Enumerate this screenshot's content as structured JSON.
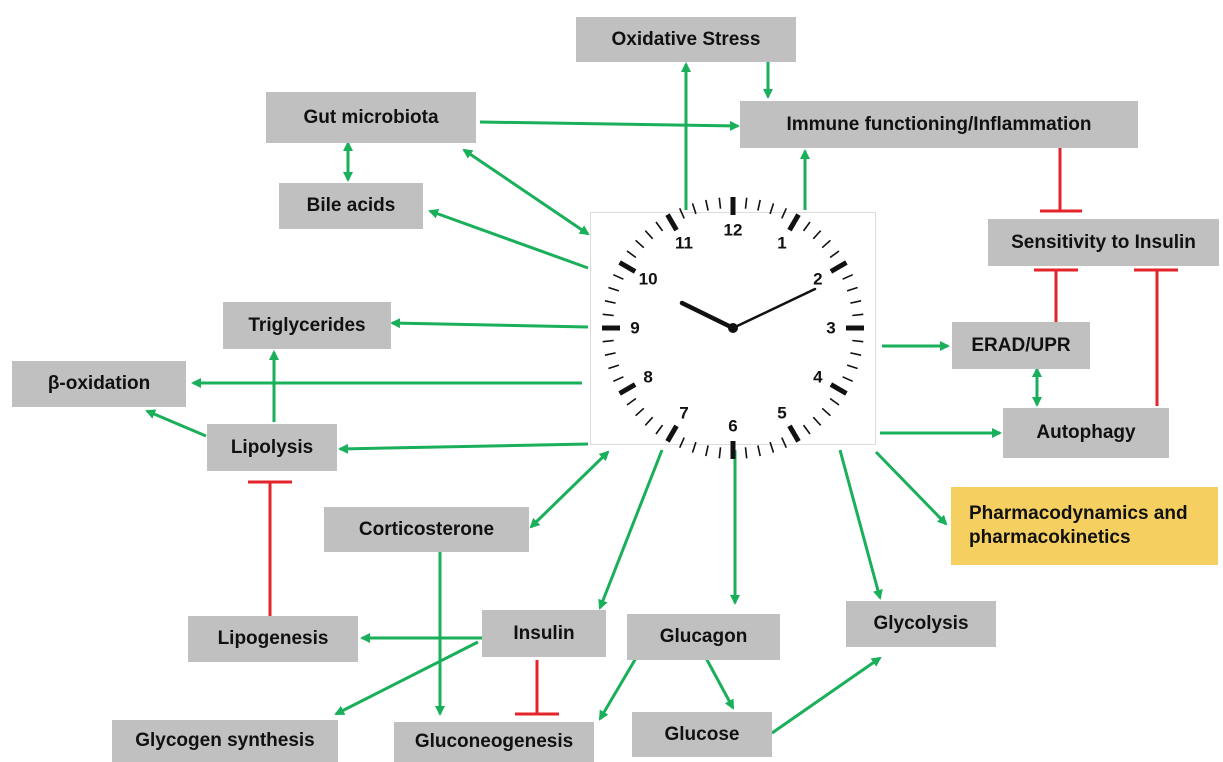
{
  "colors": {
    "node_fill": "#c0c0c0",
    "highlight_fill": "#f5d061",
    "promote_arrow": "#1aaf5a",
    "inhibit_line": "#e3252b",
    "text": "#111111"
  },
  "nodes": {
    "oxidative_stress": "Oxidative Stress",
    "gut_microbiota": "Gut microbiota",
    "immune_inflammation": "Immune functioning/Inflammation",
    "bile_acids": "Bile acids",
    "sensitivity_insulin": "Sensitivity to Insulin",
    "triglycerides": "Triglycerides",
    "erad_upr": "ERAD/UPR",
    "beta_oxidation": "β-oxidation",
    "lipolysis": "Lipolysis",
    "autophagy": "Autophagy",
    "pharmaco_line1": "Pharmacodynamics and",
    "pharmaco_line2": "pharmacokinetics",
    "corticosterone": "Corticosterone",
    "glycolysis": "Glycolysis",
    "lipogenesis": "Lipogenesis",
    "insulin": "Insulin",
    "glucagon": "Glucagon",
    "glycogen_synthesis": "Glycogen synthesis",
    "gluconeogenesis": "Gluconeogenesis",
    "glucose": "Glucose"
  },
  "clock": {
    "numbers": [
      "12",
      "1",
      "2",
      "3",
      "4",
      "5",
      "6",
      "7",
      "8",
      "9",
      "10",
      "11"
    ],
    "time_shown": "10:10"
  }
}
